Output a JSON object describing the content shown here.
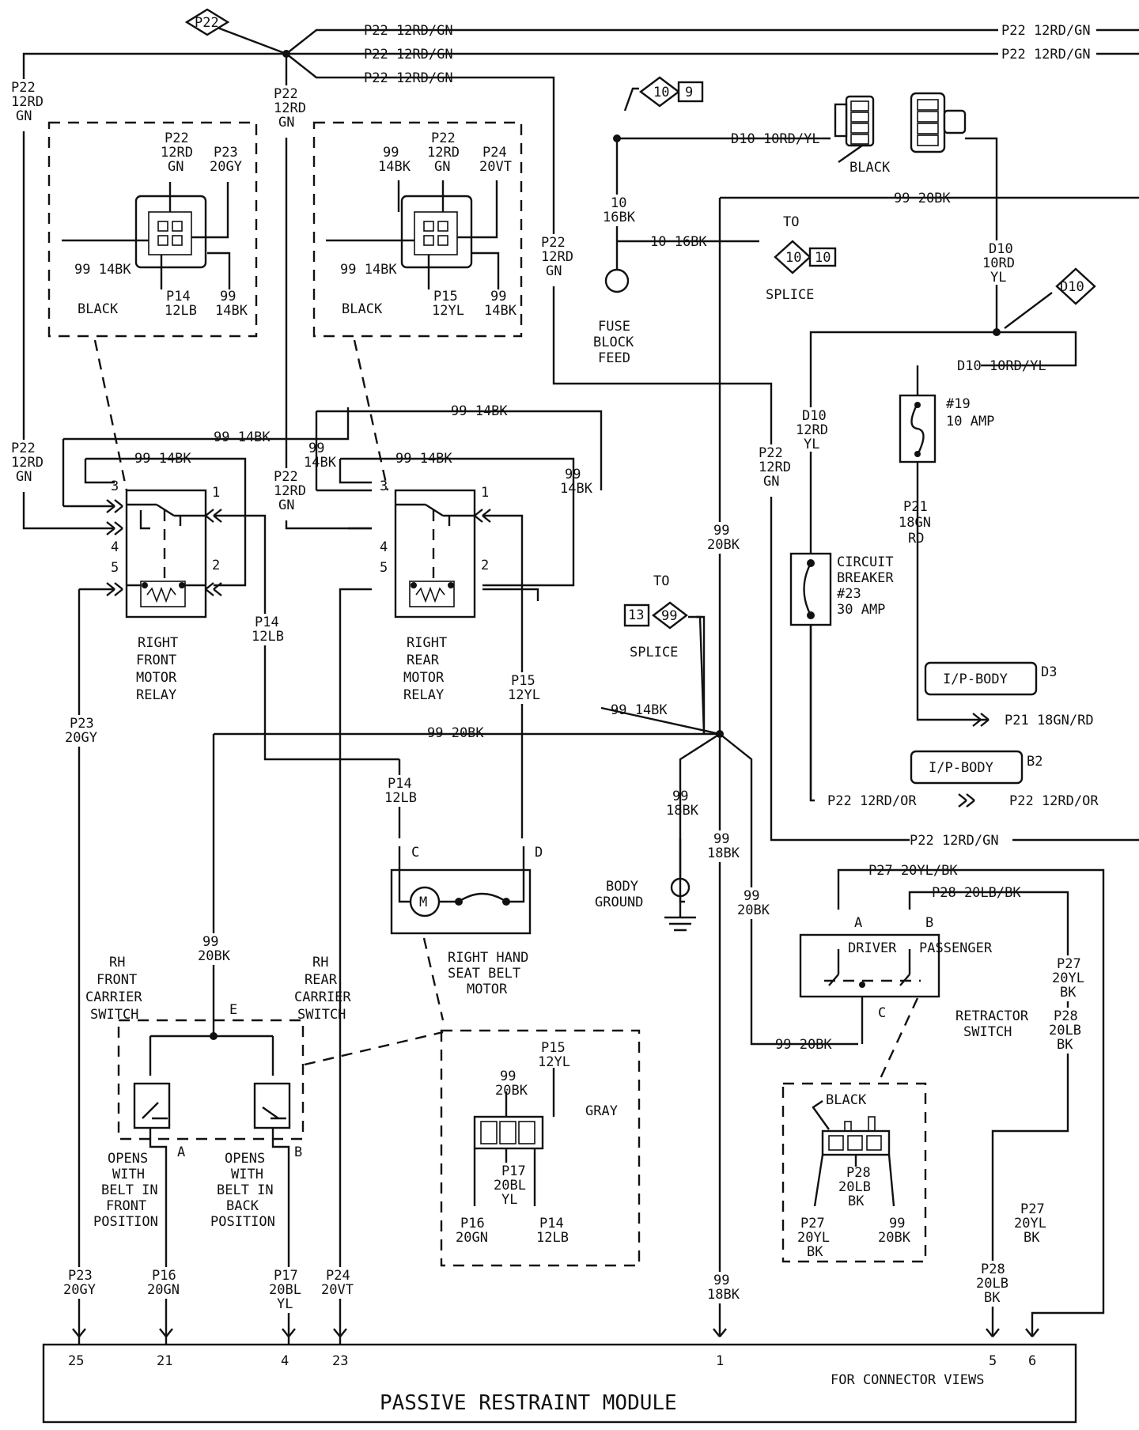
{
  "module": {
    "title": "PASSIVE RESTRAINT MODULE",
    "note": "FOR CONNECTOR VIEWS"
  },
  "pins": [
    "25",
    "21",
    "4",
    "23",
    "1",
    "5",
    "6"
  ],
  "top_wires": [
    "P22 12RD/GN",
    "P22 12RD/GN",
    "P22 12RD/GN"
  ],
  "right_labels": [
    "P22 12RD/GN",
    "P22 12RD/GN",
    "99 20BK",
    "P21 18GN/RD",
    "P22 12RD/OR",
    "P22 12RD/GN"
  ],
  "fuse": {
    "name": "#19",
    "rating": "10 AMP",
    "out": "P21",
    "out2": "18GN",
    "out3": "RD"
  },
  "breaker": {
    "l1": "CIRCUIT",
    "l2": "BREAKER",
    "l3": "#23",
    "l4": "30 AMP"
  },
  "ip_body": {
    "d3": "I/P-BODY",
    "d3_id": "D3",
    "b2": "I/P-BODY",
    "b2_id": "B2"
  },
  "fuse_feed": {
    "l1": "FUSE",
    "l2": "BLOCK",
    "l3": "FEED",
    "to": "TO",
    "splice": "SPLICE",
    "ten": "10",
    "ten_id": "10",
    "nine": "9"
  },
  "d10": {
    "wire": "D10 10RD/YL",
    "wire2": "D10 10RD/YL",
    "black": "BLACK",
    "tag": "D10"
  },
  "relays": {
    "front": [
      "RIGHT",
      "FRONT",
      "MOTOR",
      "RELAY"
    ],
    "rear": [
      "RIGHT",
      "REAR",
      "MOTOR",
      "RELAY"
    ]
  },
  "motor": [
    "RIGHT HAND",
    "SEAT BELT",
    "MOTOR"
  ],
  "retractor": {
    "l1": "RETRACTOR",
    "l2": "SWITCH",
    "driver": "DRIVER",
    "passenger": "PASSENGER",
    "p27": "P27 20YL/BK",
    "p28": "P28 20LB/BK",
    "c_wire": "99 20BK"
  },
  "carrier": {
    "front": [
      "RH",
      "FRONT",
      "CARRIER",
      "SWITCH"
    ],
    "rear": [
      "RH",
      "REAR",
      "CARRIER",
      "SWITCH"
    ],
    "opensA": [
      "OPENS",
      "WITH",
      "BELT IN",
      "FRONT",
      "POSITION"
    ],
    "opensB": [
      "OPENS",
      "WITH",
      "BELT IN",
      "BACK",
      "POSITION"
    ]
  },
  "ground": [
    "BODY",
    "GROUND"
  ],
  "splice99": {
    "to": "TO",
    "splice": "SPLICE",
    "n13": "13",
    "n99": "99"
  },
  "gray": "GRAY",
  "black_lbl": "BLACK"
}
